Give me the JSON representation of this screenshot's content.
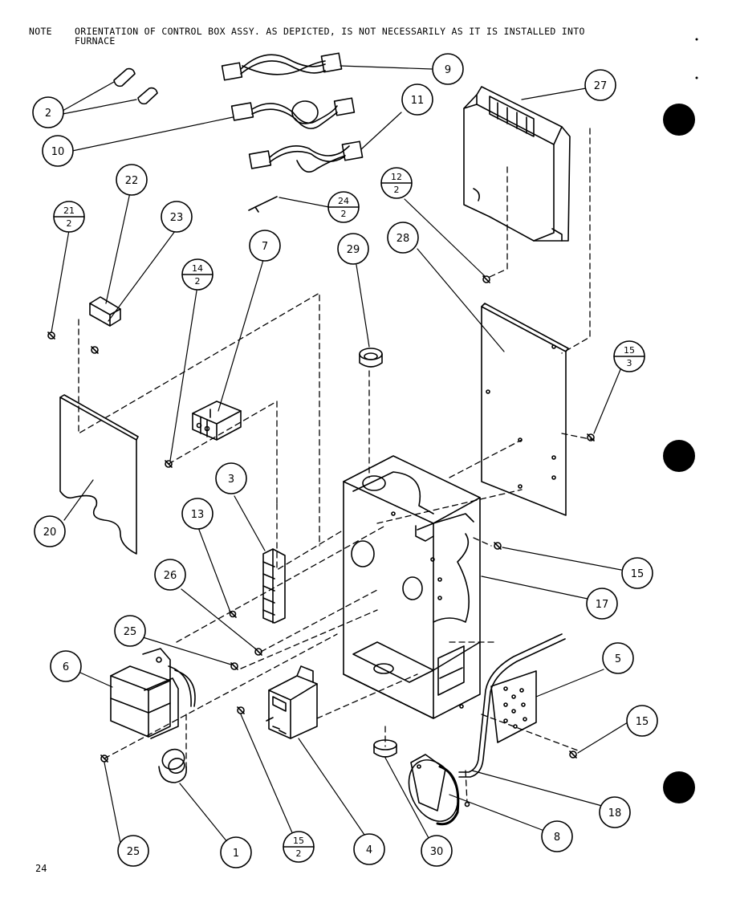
{
  "note": {
    "label": "NOTE",
    "line1": "ORIENTATION OF CONTROL BOX ASSY. AS DEPICTED, IS NOT NECESSARILY AS IT IS INSTALLED INTO",
    "line2": "FURNACE"
  },
  "page_number": "24",
  "callouts": [
    {
      "id": "c-2",
      "label": "2"
    },
    {
      "id": "c-9",
      "label": "9"
    },
    {
      "id": "c-10",
      "label": "10"
    },
    {
      "id": "c-11",
      "label": "11"
    },
    {
      "id": "c-27",
      "label": "27"
    },
    {
      "id": "c-22",
      "label": "22"
    },
    {
      "id": "c-23",
      "label": "23"
    },
    {
      "id": "c-7",
      "label": "7"
    },
    {
      "id": "c-29",
      "label": "29"
    },
    {
      "id": "c-28",
      "label": "28"
    },
    {
      "id": "c-3",
      "label": "3"
    },
    {
      "id": "c-20",
      "label": "20"
    },
    {
      "id": "c-13",
      "label": "13"
    },
    {
      "id": "c-26",
      "label": "26"
    },
    {
      "id": "c-15a",
      "label": "15"
    },
    {
      "id": "c-17",
      "label": "17"
    },
    {
      "id": "c-25a",
      "label": "25"
    },
    {
      "id": "c-6",
      "label": "6"
    },
    {
      "id": "c-5",
      "label": "5"
    },
    {
      "id": "c-15b",
      "label": "15"
    },
    {
      "id": "c-18",
      "label": "18"
    },
    {
      "id": "c-8",
      "label": "8"
    },
    {
      "id": "c-25b",
      "label": "25"
    },
    {
      "id": "c-1",
      "label": "1"
    },
    {
      "id": "c-4",
      "label": "4"
    },
    {
      "id": "c-30",
      "label": "30"
    }
  ],
  "fraction_callouts": [
    {
      "id": "f-21-2",
      "num": "21",
      "den": "2"
    },
    {
      "id": "f-14-2",
      "num": "14",
      "den": "2"
    },
    {
      "id": "f-24-2",
      "num": "24",
      "den": "2"
    },
    {
      "id": "f-12-2",
      "num": "12",
      "den": "2"
    },
    {
      "id": "f-15-3",
      "num": "15",
      "den": "3"
    },
    {
      "id": "f-15-2",
      "num": "15",
      "den": "2"
    }
  ]
}
